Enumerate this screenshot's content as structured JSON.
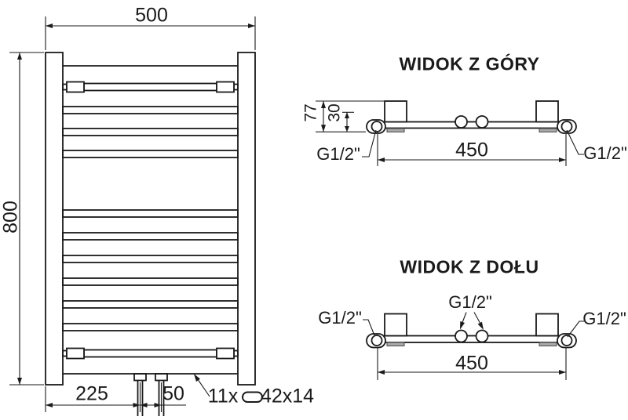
{
  "front_view": {
    "width_dim": "500",
    "height_dim": "800",
    "bottom_offset_dim": "225",
    "pipe_spacing_dim": "50",
    "profile_count": "11x",
    "profile_size": "42x14"
  },
  "top_view": {
    "title": "WIDOK Z GÓRY",
    "depth_dim": "77",
    "collector_depth_dim": "30",
    "connection_spacing_dim": "450",
    "thread_left": "G1/2\"",
    "thread_right": "G1/2\""
  },
  "bottom_view": {
    "title": "WIDOK Z DOŁU",
    "connection_spacing_dim": "450",
    "thread_left": "G1/2\"",
    "thread_center": "G1/2\"",
    "thread_right": "G1/2\""
  }
}
